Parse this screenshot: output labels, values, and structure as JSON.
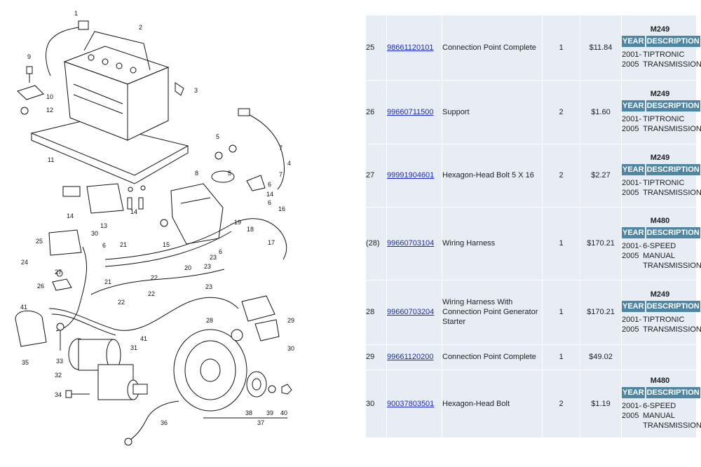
{
  "diagram": {
    "callouts": [
      "1",
      "2",
      "3",
      "4",
      "5",
      "6",
      "7",
      "8",
      "9",
      "10",
      "11",
      "12",
      "13",
      "14",
      "15",
      "16",
      "17",
      "18",
      "19",
      "20",
      "21",
      "22",
      "23",
      "24",
      "25",
      "26",
      "27",
      "28",
      "29",
      "30",
      "31",
      "32",
      "33",
      "34",
      "35",
      "36",
      "37",
      "38",
      "39",
      "40",
      "41",
      "5",
      "6",
      "6",
      "7",
      "14",
      "14",
      "21",
      "22",
      "22",
      "23",
      "23",
      "30",
      "41",
      "6"
    ]
  },
  "table": {
    "rows": [
      {
        "ref": "25",
        "part_number": "98661120101",
        "description": "Connection Point Complete",
        "qty": "1",
        "price": "$11.84",
        "app": {
          "model": "M249",
          "year_header": "YEAR",
          "desc_header": "DESCRIPTION",
          "year": "2001-2005",
          "desc": "TIPTRONIC TRANSMISSION"
        }
      },
      {
        "ref": "26",
        "part_number": "99660711500",
        "description": "Support",
        "qty": "2",
        "price": "$1.60",
        "app": {
          "model": "M249",
          "year_header": "YEAR",
          "desc_header": "DESCRIPTION",
          "year": "2001-2005",
          "desc": "TIPTRONIC TRANSMISSION"
        }
      },
      {
        "ref": "27",
        "part_number": "99991904601",
        "description": "Hexagon-Head Bolt 5 X 16",
        "qty": "2",
        "price": "$2.27",
        "app": {
          "model": "M249",
          "year_header": "YEAR",
          "desc_header": "DESCRIPTION",
          "year": "2001-2005",
          "desc": "TIPTRONIC TRANSMISSION"
        }
      },
      {
        "ref": "(28)",
        "part_number": "99660703104",
        "description": "Wiring Harness",
        "qty": "1",
        "price": "$170.21",
        "app": {
          "model": "M480",
          "year_header": "YEAR",
          "desc_header": "DESCRIPTION",
          "year": "2001-2005",
          "desc": "6-SPEED MANUAL TRANSMISSION"
        }
      },
      {
        "ref": "28",
        "part_number": "99660703204",
        "description": "Wiring Harness With Connection Point Generator Starter",
        "qty": "1",
        "price": "$170.21",
        "app": {
          "model": "M249",
          "year_header": "YEAR",
          "desc_header": "DESCRIPTION",
          "year": "2001-2005",
          "desc": "TIPTRONIC TRANSMISSION"
        }
      },
      {
        "ref": "29",
        "part_number": "99661120200",
        "description": "Connection Point Complete",
        "qty": "1",
        "price": "$49.02",
        "app": null
      },
      {
        "ref": "30",
        "part_number": "90037803501",
        "description": "Hexagon-Head Bolt",
        "qty": "2",
        "price": "$1.19",
        "app": {
          "model": "M480",
          "year_header": "YEAR",
          "desc_header": "DESCRIPTION",
          "year": "2001-2005",
          "desc": "6-SPEED MANUAL TRANSMISSION"
        }
      }
    ]
  }
}
